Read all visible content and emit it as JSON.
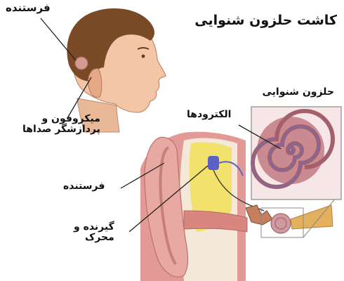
{
  "labels": {
    "title": "کاشت حلزون شنوایی",
    "transmitter_top": "فرستنده",
    "microphone_line1": "میکروفون و",
    "microphone_line2": "پردازشگر صداها",
    "transmitter_mid": "فرستنده",
    "receiver_line1": "گیرنده و",
    "receiver_line2": "محرک",
    "cochlea": "حلزون شنوایی",
    "electrodes": "الکترودها"
  },
  "colors": {
    "skin": "#f2c6a6",
    "skin_shade": "#d9967a",
    "hair": "#7a4a26",
    "ear_tissue": "#e39a96",
    "fat": "#f2e16a",
    "cochlea": "#c98a92",
    "electrode": "#6b6fc4",
    "bone": "#f4e8d8"
  }
}
